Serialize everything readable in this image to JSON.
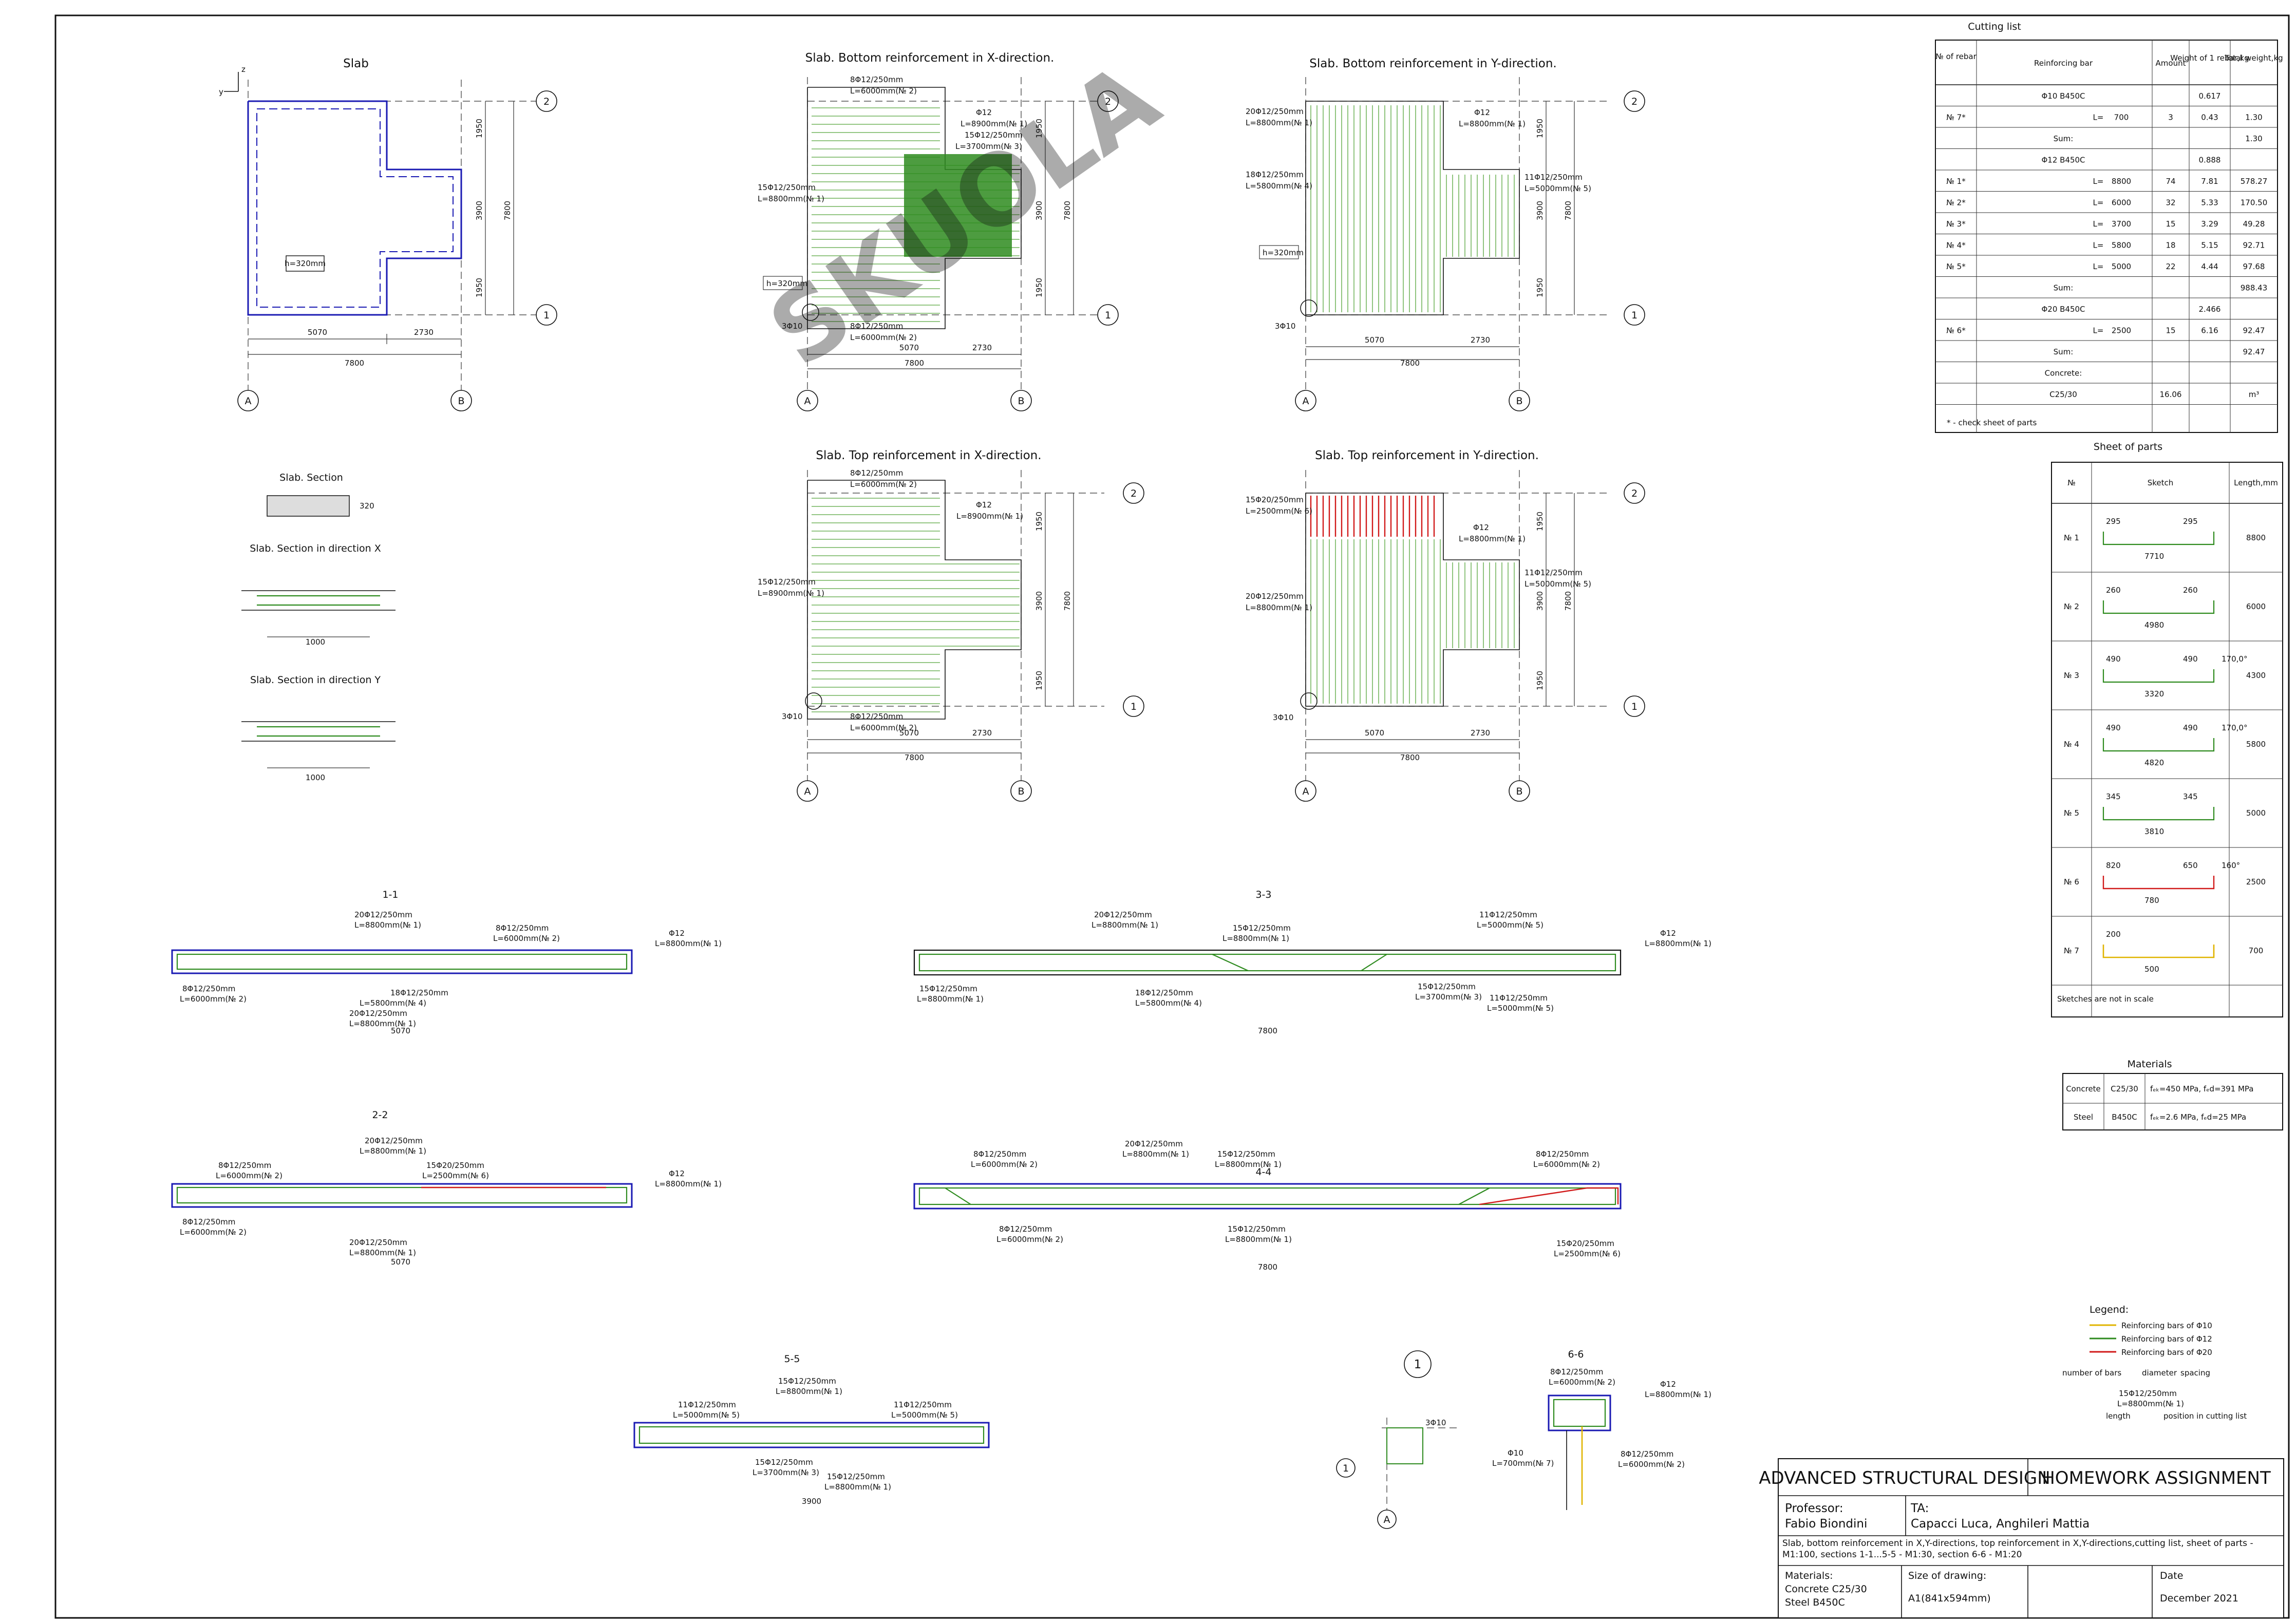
{
  "views": {
    "slab": {
      "title": "Slab",
      "h_label": "h=320mm",
      "dims_x": [
        "5070",
        "2730",
        "7800"
      ],
      "dims_y": [
        "1950",
        "3900",
        "1950",
        "7800"
      ]
    },
    "bottom_x": {
      "title": "Slab. Bottom reinforcement in X-direction.",
      "labels": [
        "8Φ12/250mm",
        "L=6000mm(№ 2)",
        "Φ12",
        "L=8900mm(№ 1)",
        "15Φ12/250mm",
        "L=3700mm(№ 3)",
        "15Φ12/250mm",
        "L=8800mm(№ 1)",
        "h=320mm",
        "3Φ10",
        "8Φ12/250mm",
        "L=6000mm(№ 2)"
      ],
      "dims_x": [
        "5070",
        "2730",
        "7800"
      ],
      "dims_y": [
        "1950",
        "3900",
        "1950",
        "7800"
      ]
    },
    "bottom_y": {
      "title": "Slab. Bottom reinforcement in Y-direction.",
      "labels": [
        "20Φ12/250mm",
        "L=8800mm(№ 1)",
        "Φ12",
        "L=8800mm(№ 1)",
        "18Φ12/250mm",
        "L=5800mm(№ 4)",
        "11Φ12/250mm",
        "L=5000mm(№ 5)",
        "h=320mm",
        "3Φ10"
      ],
      "dims_x": [
        "5070",
        "2730",
        "7800"
      ],
      "dims_y": [
        "1950",
        "3900",
        "1950",
        "7800"
      ]
    },
    "top_x": {
      "title": "Slab. Top reinforcement in X-direction.",
      "labels": [
        "8Φ12/250mm",
        "L=6000mm(№ 2)",
        "Φ12",
        "L=8900mm(№ 1)",
        "15Φ12/250mm",
        "L=8900mm(№ 1)",
        "3Φ10",
        "8Φ12/250mm",
        "L=6000mm(№ 2)"
      ],
      "dims_x": [
        "5070",
        "2730",
        "7800"
      ],
      "dims_y": [
        "1950",
        "3900",
        "1950",
        "7800"
      ]
    },
    "top_y": {
      "title": "Slab. Top reinforcement in Y-direction.",
      "labels": [
        "15Φ20/250mm",
        "L=2500mm(№ 6)",
        "Φ12",
        "L=8800mm(№ 1)",
        "20Φ12/250mm",
        "L=8800mm(№ 1)",
        "11Φ12/250mm",
        "L=5000mm(№ 5)",
        "3Φ10"
      ],
      "dims_x": [
        "5070",
        "2730",
        "7800"
      ],
      "dims_y": [
        "1950",
        "3900",
        "1950",
        "7800"
      ]
    },
    "section": {
      "title": "Slab. Section",
      "dim": "320"
    },
    "section_x": {
      "title": "Slab. Section in direction X",
      "dim": "1000"
    },
    "section_y": {
      "title": "Slab. Section in direction Y",
      "dim": "1000"
    }
  },
  "sections": {
    "s11": {
      "title": "1-1",
      "labels": [
        "20Φ12/250mm",
        "L=8800mm(№ 1)",
        "8Φ12/250mm",
        "L=6000mm(№ 2)",
        "Φ12",
        "L=8800mm(№ 1)",
        "18Φ12/250mm",
        "L=5800mm(№ 4)",
        "8Φ12/250mm",
        "L=6000mm(№ 2)",
        "20Φ12/250mm",
        "L=8800mm(№ 1)"
      ],
      "length": "5070"
    },
    "s22": {
      "title": "2-2",
      "labels": [
        "20Φ12/250mm",
        "L=8800mm(№ 1)",
        "8Φ12/250mm",
        "L=6000mm(№ 2)",
        "15Φ20/250mm",
        "L=2500mm(№ 6)",
        "Φ12",
        "L=8800mm(№ 1)",
        "8Φ12/250mm",
        "L=6000mm(№ 2)",
        "20Φ12/250mm",
        "L=8800mm(№ 1)"
      ],
      "length": "5070"
    },
    "s33": {
      "title": "3-3",
      "labels": [
        "20Φ12/250mm",
        "L=8800mm(№ 1)",
        "15Φ12/250mm",
        "L=8800mm(№ 1)",
        "Φ12",
        "L=8800mm(№ 1)",
        "11Φ12/250mm",
        "L=5000mm(№ 5)",
        "15Φ12/250mm",
        "L=8800mm(№ 1)",
        "18Φ12/250mm",
        "L=5800mm(№ 4)",
        "15Φ12/250mm",
        "L=3700mm(№ 3)",
        "11Φ12/250mm",
        "L=5000mm(№ 5)"
      ],
      "length": "7800"
    },
    "s44": {
      "title": "4-4",
      "labels": [
        "8Φ12/250mm",
        "L=6000mm(№ 2)",
        "20Φ12/250mm",
        "L=8800mm(№ 1)",
        "15Φ12/250mm",
        "L=8800mm(№ 1)",
        "8Φ12/250mm",
        "L=6000mm(№ 2)",
        "8Φ12/250mm",
        "L=6000mm(№ 2)",
        "15Φ12/250mm",
        "L=8800mm(№ 1)",
        "15Φ20/250mm",
        "L=2500mm(№ 6)"
      ],
      "length": "7800"
    },
    "s55": {
      "title": "5-5",
      "labels": [
        "15Φ12/250mm",
        "L=8800mm(№ 1)",
        "11Φ12/250mm",
        "L=5000mm(№ 5)",
        "11Φ12/250mm",
        "L=5000mm(№ 5)",
        "15Φ12/250mm",
        "L=3700mm(№ 3)",
        "15Φ12/250mm",
        "L=8800mm(№ 1)"
      ],
      "length": "3900"
    },
    "s66": {
      "title": "6-6",
      "labels": [
        "8Φ12/250mm",
        "L=6000mm(№ 2)",
        "Φ12",
        "L=8800mm(№ 1)",
        "Φ10",
        "L=700mm(№ 7)",
        "8Φ12/250mm",
        "L=6000mm(№ 2)"
      ]
    },
    "detail": {
      "title": "1",
      "labels": [
        "3Φ10"
      ]
    }
  },
  "cutting_list": {
    "title": "Cutting list",
    "headers": [
      "№ of rebar",
      "Reinforcing bar",
      "Amount",
      "Weight of 1 rebar,kg",
      "Total weight,kg"
    ],
    "rows": [
      {
        "no": "",
        "bar": "Φ10 B450C",
        "len": "",
        "amount": "",
        "unit": "0.617",
        "total": ""
      },
      {
        "no": "№ 7*",
        "bar": "L=",
        "len": "700",
        "amount": "3",
        "unit": "0.43",
        "total": "1.30"
      },
      {
        "no": "",
        "bar": "Sum:",
        "len": "",
        "amount": "",
        "unit": "",
        "total": "1.30"
      },
      {
        "no": "",
        "bar": "Φ12 B450C",
        "len": "",
        "amount": "",
        "unit": "0.888",
        "total": ""
      },
      {
        "no": "№ 1*",
        "bar": "L=",
        "len": "8800",
        "amount": "74",
        "unit": "7.81",
        "total": "578.27"
      },
      {
        "no": "№ 2*",
        "bar": "L=",
        "len": "6000",
        "amount": "32",
        "unit": "5.33",
        "total": "170.50"
      },
      {
        "no": "№ 3*",
        "bar": "L=",
        "len": "3700",
        "amount": "15",
        "unit": "3.29",
        "total": "49.28"
      },
      {
        "no": "№ 4*",
        "bar": "L=",
        "len": "5800",
        "amount": "18",
        "unit": "5.15",
        "total": "92.71"
      },
      {
        "no": "№ 5*",
        "bar": "L=",
        "len": "5000",
        "amount": "22",
        "unit": "4.44",
        "total": "97.68"
      },
      {
        "no": "",
        "bar": "Sum:",
        "len": "",
        "amount": "",
        "unit": "",
        "total": "988.43"
      },
      {
        "no": "",
        "bar": "Φ20 B450C",
        "len": "",
        "amount": "",
        "unit": "2.466",
        "total": ""
      },
      {
        "no": "№ 6*",
        "bar": "L=",
        "len": "2500",
        "amount": "15",
        "unit": "6.16",
        "total": "92.47"
      },
      {
        "no": "",
        "bar": "Sum:",
        "len": "",
        "amount": "",
        "unit": "",
        "total": "92.47"
      },
      {
        "no": "",
        "bar": "Concrete:",
        "len": "",
        "amount": "",
        "unit": "",
        "total": ""
      },
      {
        "no": "",
        "bar": "C25/30",
        "len": "",
        "amount": "16.06",
        "unit": "",
        "total": "m³"
      }
    ],
    "note": "* - check sheet of parts"
  },
  "sheet_of_parts": {
    "title": "Sheet of parts",
    "headers": [
      "№",
      "Sketch",
      "Length,mm"
    ],
    "rows": [
      {
        "no": "№ 1",
        "dims": [
          "295",
          "7710",
          "295"
        ],
        "length": "8800"
      },
      {
        "no": "№ 2",
        "dims": [
          "260",
          "4980",
          "260"
        ],
        "length": "6000"
      },
      {
        "no": "№ 3",
        "dims": [
          "490",
          "3320",
          "490",
          "170,0°"
        ],
        "length": "4300"
      },
      {
        "no": "№ 4",
        "dims": [
          "490",
          "4820",
          "490",
          "170,0°"
        ],
        "length": "5800"
      },
      {
        "no": "№ 5",
        "dims": [
          "345",
          "3810",
          "345"
        ],
        "length": "5000"
      },
      {
        "no": "№ 6",
        "dims": [
          "820",
          "780",
          "650",
          "160°"
        ],
        "length": "2500"
      },
      {
        "no": "№ 7",
        "dims": [
          "200",
          "500"
        ],
        "length": "700"
      }
    ],
    "note": "Sketches are not in scale"
  },
  "materials": {
    "title": "Materials",
    "rows": [
      {
        "name": "Concrete",
        "grade": "C25/30",
        "props": "fₑₖ=450 MPa, fₑd=391 MPa"
      },
      {
        "name": "Steel",
        "grade": "B450C",
        "props": "fₑₖ=2.6 MPa, fₑd=25 MPa"
      }
    ]
  },
  "legend": {
    "title": "Legend:",
    "items": [
      {
        "label": "Reinforcing bars of Φ10",
        "color": "#e0b400"
      },
      {
        "label": "Reinforcing bars of Φ12",
        "color": "#2e8b1f"
      },
      {
        "label": "Reinforcing bars of Φ20",
        "color": "#d11a1a"
      }
    ],
    "key_labels": [
      "number of bars",
      "diameter",
      "spacing",
      "15Φ12/250mm",
      "L=8800mm(№ 1)",
      "length",
      "position in cutting list"
    ]
  },
  "title_block": {
    "course": "ADVANCED STRUCTURAL DESIGN",
    "type": "HOMEWORK ASSIGNMENT",
    "professor_label": "Professor:",
    "professor": "Fabio Biondini",
    "ta_label": "TA:",
    "ta": "Capacci Luca, Anghileri Mattia",
    "description": "Slab, bottom reinforcement in X,Y-directions, top reinforcement in X,Y-directions,cutting list, sheet of parts - M1:100, sections 1-1...5-5 - M1:30, section 6-6 - M1:20",
    "materials_label": "Materials:",
    "materials_1": "Concrete C25/30",
    "materials_2": "Steel B450C",
    "size_label": "Size of drawing:",
    "size": "A1(841x594mm)",
    "date_label": "Date",
    "date": "December 2021"
  },
  "watermark": "SKUOLA"
}
